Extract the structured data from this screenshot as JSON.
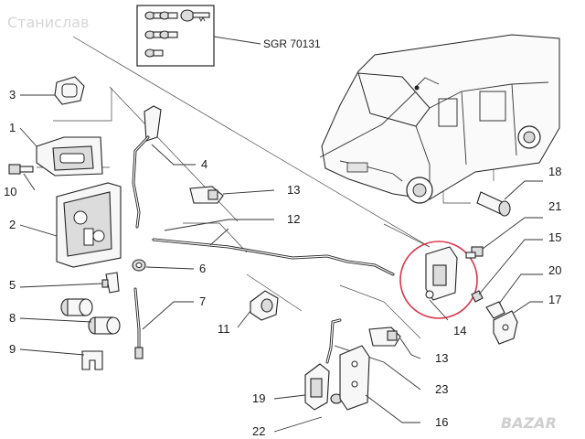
{
  "watermark": "Станислав",
  "brand_mark": "BAZAR",
  "reference_code": "SGR 70131",
  "callouts": {
    "c1": "1",
    "c2": "2",
    "c3": "3",
    "c4": "4",
    "c5": "5",
    "c6": "6",
    "c7": "7",
    "c8": "8",
    "c9": "9",
    "c10": "10",
    "c11": "11",
    "c12": "12",
    "c13a": "13",
    "c13b": "13",
    "c14": "14",
    "c15": "15",
    "c16": "16",
    "c17": "17",
    "c18": "18",
    "c19": "19",
    "c20": "20",
    "c21": "21",
    "c22": "22",
    "c23": "23"
  },
  "colors": {
    "highlight_circle": "#d9364a",
    "line": "#222222",
    "watermark": "#d6d6d6"
  }
}
